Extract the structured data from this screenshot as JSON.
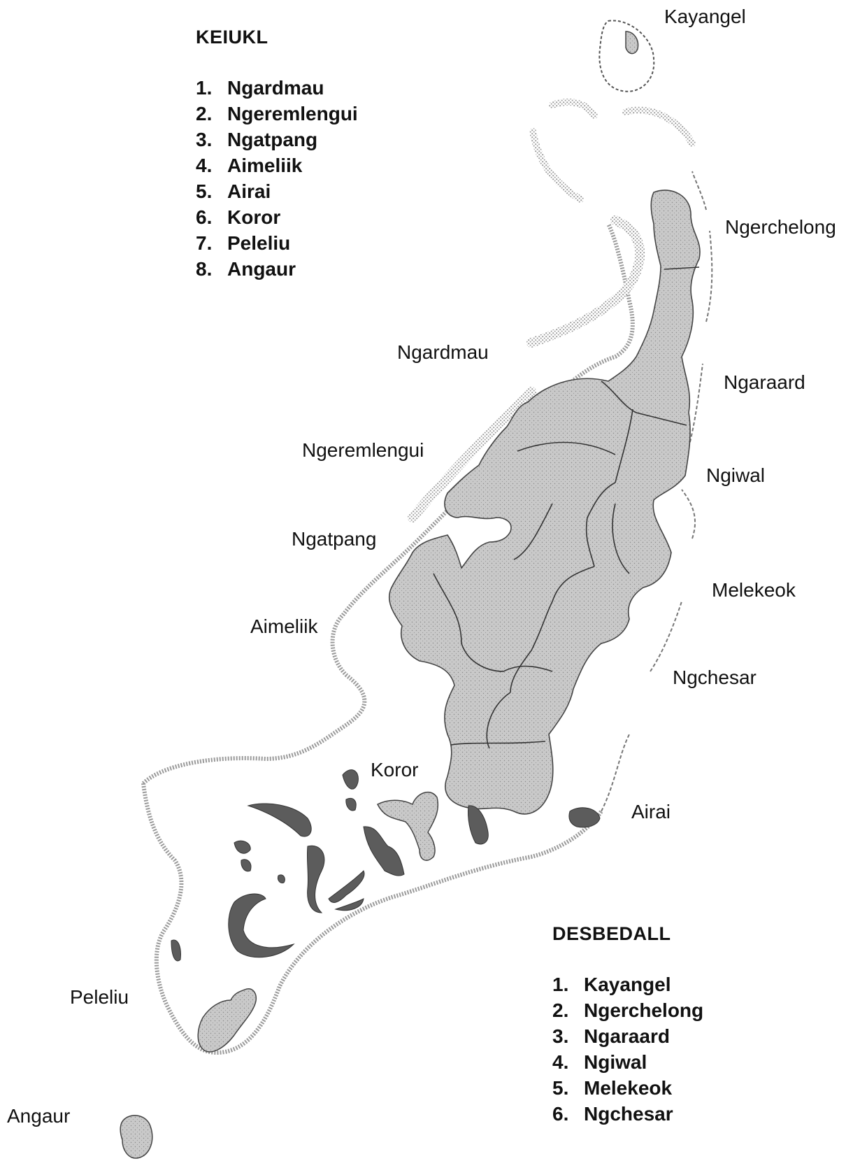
{
  "map": {
    "colors": {
      "land": "#c9c9c9",
      "rock_islands": "#5c5c5c",
      "reef": "#9a9a9a",
      "borders": "#333333",
      "text": "#111111"
    },
    "place_labels": {
      "kayangel": "Kayangel",
      "ngerchelong": "Ngerchelong",
      "ngardmau": "Ngardmau",
      "ngaraard": "Ngaraard",
      "ngeremlengui": "Ngeremlengui",
      "ngiwal": "Ngiwal",
      "ngatpang": "Ngatpang",
      "melekeok": "Melekeok",
      "aimeliik": "Aimeliik",
      "ngchesar": "Ngchesar",
      "koror": "Koror",
      "airai": "Airai",
      "peleliu": "Peleliu",
      "angaur": "Angaur"
    }
  },
  "legend_west": {
    "heading": "KEIUKL",
    "items": [
      {
        "num": "1.",
        "name": "Ngardmau"
      },
      {
        "num": "2.",
        "name": "Ngeremlengui"
      },
      {
        "num": "3.",
        "name": "Ngatpang"
      },
      {
        "num": "4.",
        "name": "Aimeliik"
      },
      {
        "num": "5.",
        "name": "Airai"
      },
      {
        "num": "6.",
        "name": "Koror"
      },
      {
        "num": "7.",
        "name": "Peleliu"
      },
      {
        "num": "8.",
        "name": "Angaur"
      }
    ]
  },
  "legend_east": {
    "heading": "DESBEDALL",
    "items": [
      {
        "num": "1.",
        "name": "Kayangel"
      },
      {
        "num": "2.",
        "name": "Ngerchelong"
      },
      {
        "num": "3.",
        "name": "Ngaraard"
      },
      {
        "num": "4.",
        "name": "Ngiwal"
      },
      {
        "num": "5.",
        "name": "Melekeok"
      },
      {
        "num": "6.",
        "name": "Ngchesar"
      }
    ]
  }
}
